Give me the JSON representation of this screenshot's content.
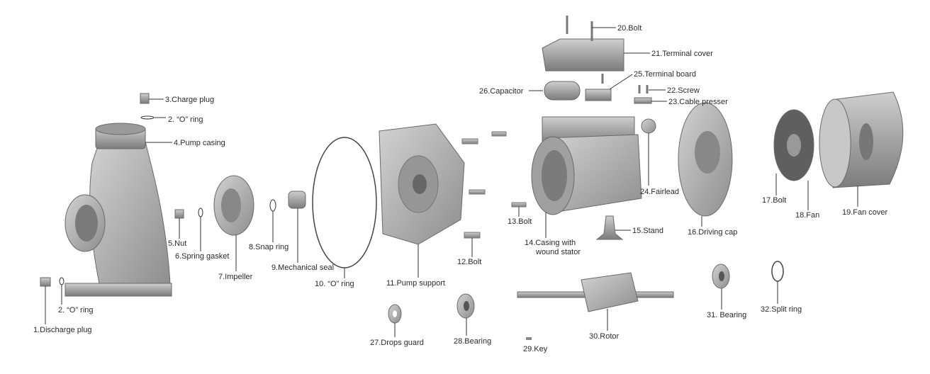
{
  "labels": {
    "l1": "1.Discharge plug",
    "l2a": "2. “O” ring",
    "l3": "3.Charge plug",
    "l2b": "2. “O” ring",
    "l4": "4.Pump casing",
    "l5": "5.Nut",
    "l6": "6.Spring gasket",
    "l7": "7.Impeller",
    "l8": "8.Snap ring",
    "l9": "9.Mechanical seal",
    "l10": "10. “O” ring",
    "l11": "11.Pump support",
    "l12": "12.Bolt",
    "l13": "13.Bolt",
    "l14a": "14.Casing with",
    "l14b": "wound stator",
    "l15": "15.Stand",
    "l16": "16.Driving cap",
    "l17": "17.Bolt",
    "l18": "18.Fan",
    "l19": "19.Fan cover",
    "l20": "20.Bolt",
    "l21": "21.Terminal cover",
    "l22": "22.Screw",
    "l23": "23.Cable presser",
    "l24": "24.Fairlead",
    "l25": "25.Terminal board",
    "l26": "26.Capacitor",
    "l27": "27.Drops guard",
    "l28": "28.Bearing",
    "l29": "29.Key",
    "l30": "30.Rotor",
    "l31": "31. Bearing",
    "l32": "32.Split ring"
  },
  "colors": {
    "part": "#a9a9a9",
    "dark": "#6f6f6f",
    "text": "#2a2a2a"
  }
}
